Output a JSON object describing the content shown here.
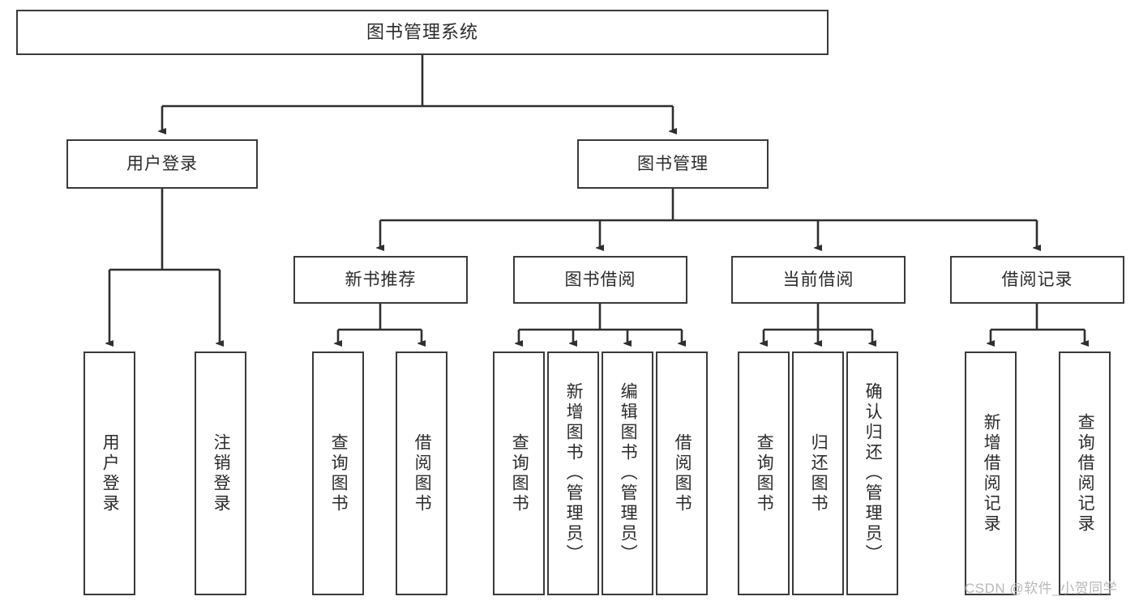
{
  "diagram": {
    "title": "图书管理系统",
    "type": "tree-hierarchy-chart",
    "watermark": "CSDN @软件_小贺同学",
    "colors": {
      "box_border": "#3a3a3a",
      "box_fill": "#ffffff",
      "connector": "#2f2f2f",
      "text": "#2b2b2b",
      "background": "#ffffff",
      "watermark": "#b8b8b8"
    },
    "root": {
      "label": "图书管理系统"
    },
    "level1": [
      {
        "label": "用户登录"
      },
      {
        "label": "图书管理"
      }
    ],
    "level2": [
      {
        "label": "新书推荐"
      },
      {
        "label": "图书借阅"
      },
      {
        "label": "当前借阅"
      },
      {
        "label": "借阅记录"
      }
    ],
    "leaves": {
      "user_login": [
        {
          "label": "用户登录"
        },
        {
          "label": "注销登录"
        }
      ],
      "new_book_recommend": [
        {
          "label": "查询图书"
        },
        {
          "label": "借阅图书"
        }
      ],
      "book_borrow": [
        {
          "label": "查询图书"
        },
        {
          "label": "新增图书（管理员）"
        },
        {
          "label": "编辑图书（管理员）"
        },
        {
          "label": "借阅图书"
        }
      ],
      "current_borrow": [
        {
          "label": "查询图书"
        },
        {
          "label": "归还图书"
        },
        {
          "label": "确认归还（管理员）"
        }
      ],
      "borrow_record": [
        {
          "label": "新增借阅记录"
        },
        {
          "label": "查询借阅记录"
        }
      ]
    }
  }
}
